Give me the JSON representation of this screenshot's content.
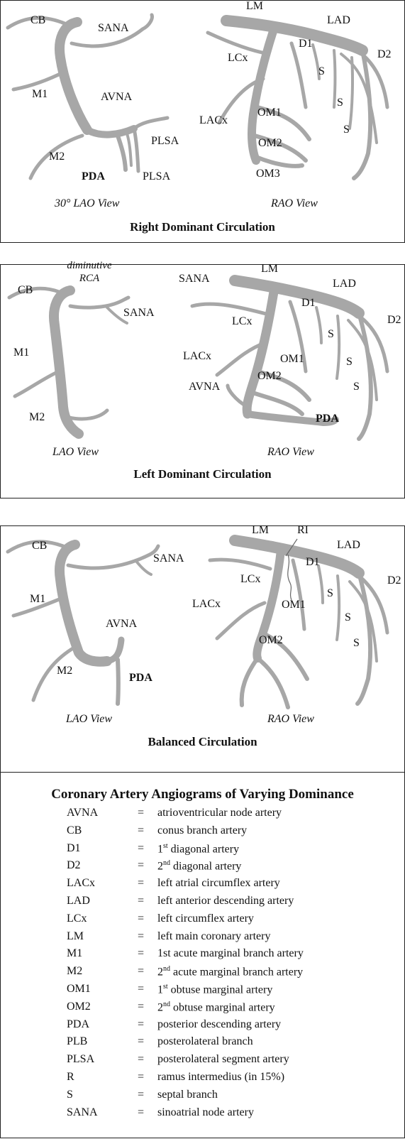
{
  "panels": [
    {
      "caption": "Right Dominant Circulation",
      "left_view": "30° LAO View",
      "right_view": "RAO View",
      "left_labels": {
        "cb": "CB",
        "sana": "SANA",
        "m1": "M1",
        "avna": "AVNA",
        "plsa1": "PLSA",
        "m2": "M2",
        "pda": "PDA",
        "plsa2": "PLSA"
      },
      "right_labels": {
        "lm": "LM",
        "lad": "LAD",
        "d1": "D1",
        "lcx": "LCx",
        "d2": "D2",
        "s1": "S",
        "s2": "S",
        "s3": "S",
        "om1": "OM1",
        "lacx": "LACx",
        "om2": "OM2",
        "om3": "OM3"
      }
    },
    {
      "caption": "Left Dominant Circulation",
      "left_view": "LAO View",
      "right_view": "RAO View",
      "note_line1": "diminutive",
      "note_line2": "RCA",
      "left_labels": {
        "cb": "CB",
        "sana": "SANA",
        "m1": "M1",
        "m2": "M2"
      },
      "right_labels": {
        "lm": "LM",
        "sana": "SANA",
        "lad": "LAD",
        "d1": "D1",
        "lcx": "LCx",
        "d2": "D2",
        "s1": "S",
        "om1": "OM1",
        "lacx": "LACx",
        "s2": "S",
        "om2": "OM2",
        "avna": "AVNA",
        "s3": "S",
        "pda": "PDA"
      }
    },
    {
      "caption": "Balanced Circulation",
      "left_view": "LAO View",
      "right_view": "RAO View",
      "left_labels": {
        "cb": "CB",
        "sana": "SANA",
        "m1": "M1",
        "avna": "AVNA",
        "m2": "M2",
        "pda": "PDA"
      },
      "right_labels": {
        "lm": "LM",
        "ri": "RI",
        "lad": "LAD",
        "d1": "D1",
        "d2": "D2",
        "lcx": "LCx",
        "s1": "S",
        "lacx": "LACx",
        "om1": "OM1",
        "s2": "S",
        "s3": "S",
        "om2": "OM2"
      }
    }
  ],
  "legend": {
    "title": "Coronary Artery Angiograms of Varying Dominance",
    "equals": "=",
    "rows": [
      {
        "abbr": "AVNA",
        "def": "atrioventricular node artery"
      },
      {
        "abbr": "CB",
        "def": "conus branch artery"
      },
      {
        "abbr": "D1",
        "def_pre": "1",
        "def_sup": "st",
        "def_post": " diagonal artery"
      },
      {
        "abbr": "D2",
        "def_pre": "2",
        "def_sup": "nd",
        "def_post": " diagonal artery"
      },
      {
        "abbr": "LACx",
        "def": "left atrial circumflex artery"
      },
      {
        "abbr": "LAD",
        "def": "left anterior descending artery"
      },
      {
        "abbr": "LCx",
        "def": "left circumflex artery"
      },
      {
        "abbr": "LM",
        "def": "left main coronary artery"
      },
      {
        "abbr": "M1",
        "def": "1st acute marginal branch artery"
      },
      {
        "abbr": "M2",
        "def_pre": "2",
        "def_sup": "nd",
        "def_post": " acute marginal branch artery"
      },
      {
        "abbr": "OM1",
        "def_pre": "1",
        "def_sup": "st",
        "def_post": " obtuse marginal artery"
      },
      {
        "abbr": "OM2",
        "def_pre": "2",
        "def_sup": "nd",
        "def_post": " obtuse marginal artery"
      },
      {
        "abbr": "PDA",
        "def": "posterior descending artery"
      },
      {
        "abbr": "PLB",
        "def": "posterolateral branch"
      },
      {
        "abbr": "PLSA",
        "def": "posterolateral segment artery"
      },
      {
        "abbr": "R",
        "def": "ramus intermedius (in 15%)"
      },
      {
        "abbr": "S",
        "def": "septal branch"
      },
      {
        "abbr": "SANA",
        "def": "sinoatrial node artery"
      }
    ]
  }
}
